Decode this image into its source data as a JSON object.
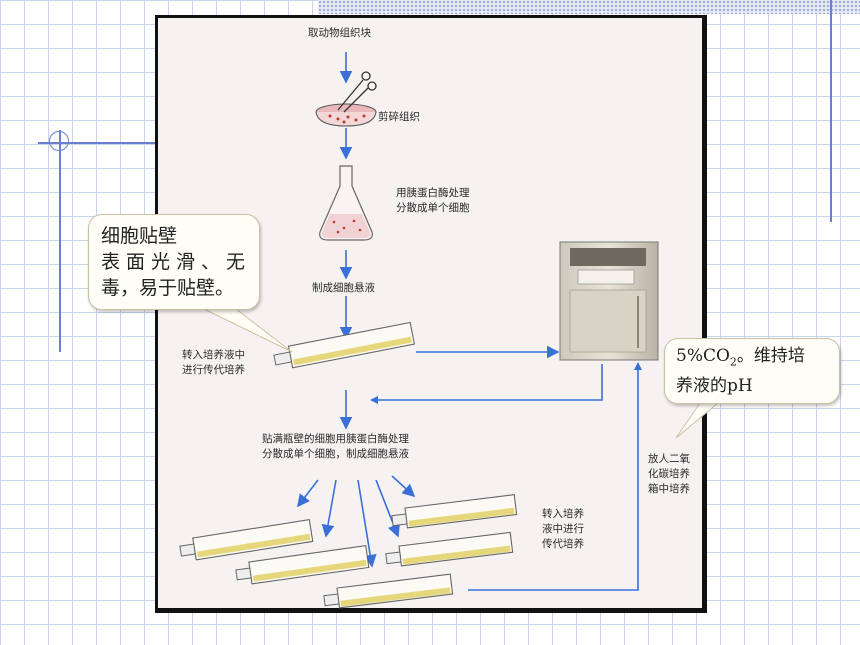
{
  "diagram": {
    "labels": {
      "take_tissue": "取动物组织块",
      "mince_tissue": "剪碎组织",
      "trypsin_line1": "用胰蛋白酶处理",
      "trypsin_line2": "分散成单个细胞",
      "suspension": "制成细胞悬液",
      "transfer_line1": "转入培养液中",
      "transfer_line2": "进行传代培养",
      "adherent_line1": "贴满瓶壁的细胞用胰蛋白酶处理",
      "adherent_line2": "分散成单个细胞，制成细胞悬液",
      "subculture_line1": "转入培养",
      "subculture_line2": "液中进行",
      "subculture_line3": "传代培养",
      "incubator_line1": "放人二氧",
      "incubator_line2": "化碳培养",
      "incubator_line3": "箱中培养"
    }
  },
  "callouts": {
    "adhesion": {
      "title": "细胞贴壁",
      "line2": "表面光滑、无",
      "line3": "毒，易于贴壁。"
    },
    "co2": {
      "prefix": "5%CO",
      "subscript": "2",
      "suffix": "。维持培",
      "line2": "养液的pH"
    }
  }
}
